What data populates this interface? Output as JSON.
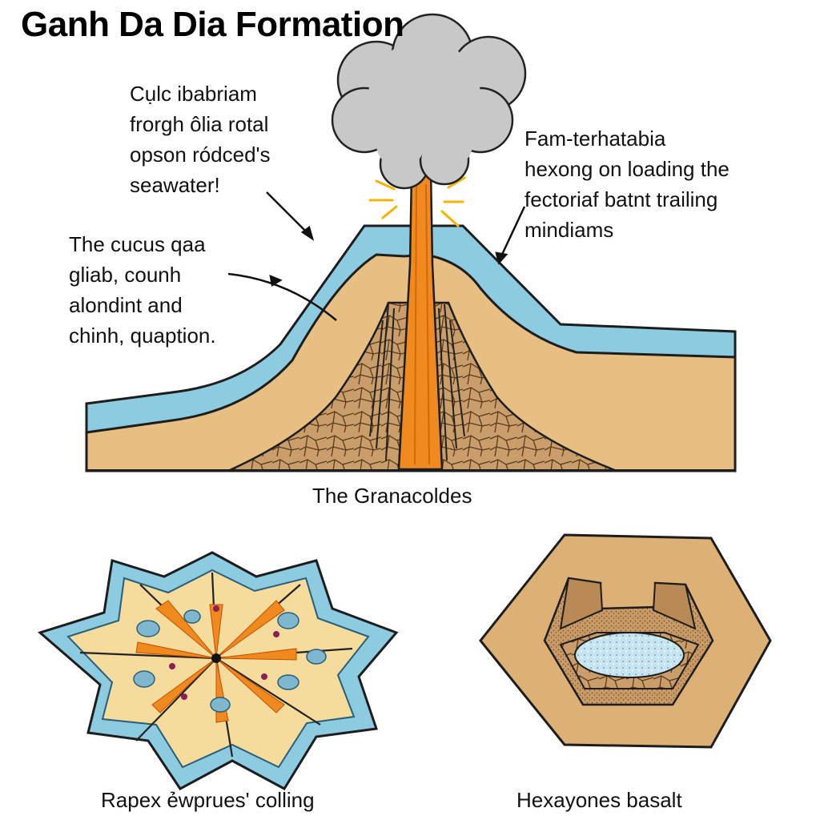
{
  "title": "Ganh Da Dia Formation",
  "notes": {
    "top_left": [
      "Cụlc ibabriam",
      "frorgh ôlia rotal",
      "opson ródced's",
      "seawater!"
    ],
    "top_right": [
      "Fam-terhatabia",
      "hexong on loading the",
      "fectoriaf batnt trailing",
      "mindiams"
    ],
    "left": [
      "The cucus qaa",
      "gliab, counh",
      "alondint and",
      "chinh, quaption."
    ]
  },
  "captions": {
    "main": "The Granacoldes",
    "bottom_left": "Rapex ẻwprues' colling",
    "bottom_right": "Hexayones basalt"
  },
  "colors": {
    "sand": "#e8bf82",
    "sea": "#8ccbe0",
    "lava": "#f08a1e",
    "ash": "#c8c8c8",
    "rock": "#c69a63",
    "inner_blue": "#b9dcea"
  }
}
